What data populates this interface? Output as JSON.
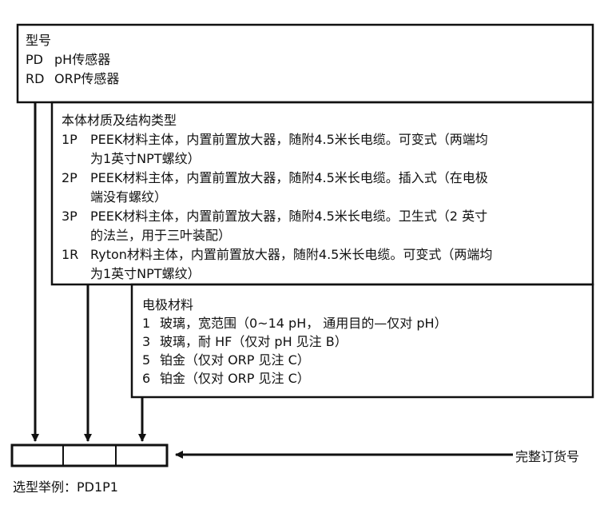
{
  "model": {
    "title": "型号",
    "items": [
      {
        "code": "PD",
        "desc": "pH传感器"
      },
      {
        "code": "RD",
        "desc": "ORP传感器"
      }
    ]
  },
  "body_material": {
    "title": "本体材质及结构类型",
    "items": [
      {
        "code": "1P",
        "lines": [
          "PEEK材料主体，内置前置放大器，随附4.5米长电缆。可变式（两端均",
          "为1英寸NPT螺纹）"
        ]
      },
      {
        "code": "2P",
        "lines": [
          "PEEK材料主体，内置前置放大器，随附4.5米长电缆。插入式（在电极",
          "端没有螺纹）"
        ]
      },
      {
        "code": "3P",
        "lines": [
          "PEEK材料主体，内置前置放大器，随附4.5米长电缆。卫生式（2 英寸",
          "的法兰，用于三叶装配）"
        ]
      },
      {
        "code": "1R",
        "lines": [
          "Ryton材料主体，内置前置放大器，随附4.5米长电缆。可变式（两端均",
          "为1英寸NPT螺纹）"
        ]
      }
    ]
  },
  "electrode": {
    "title": "电极材料",
    "items": [
      {
        "code": "1",
        "desc": "玻璃，宽范围（0~14 pH， 通用目的—仅对 pH）"
      },
      {
        "code": "3",
        "desc": "玻璃，耐 HF（仅对 pH 见注 B）"
      },
      {
        "code": "5",
        "desc": "铂金（仅对 ORP 见注 C）"
      },
      {
        "code": "6",
        "desc": "铂金（仅对 ORP 见注 C）"
      }
    ]
  },
  "order_label": "完整订货号",
  "example": "选型举例：PD1P1"
}
